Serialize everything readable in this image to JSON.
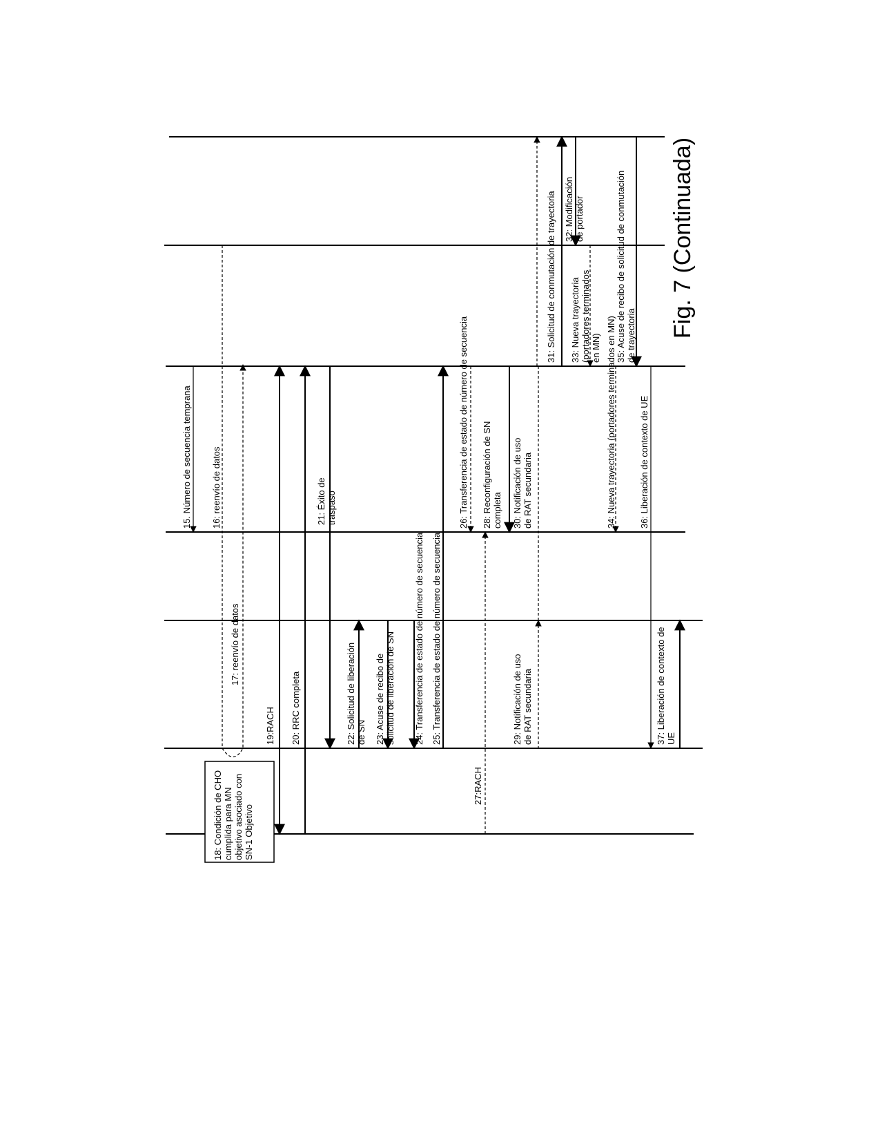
{
  "figure": {
    "title": "Fig. 7 (Continuada)"
  },
  "messages": [
    {
      "id": "m15",
      "text": "15. Número de secuencia temprana"
    },
    {
      "id": "m16",
      "text": "16: reenvío de datos"
    },
    {
      "id": "m17",
      "text": "17: reenvío de datos"
    },
    {
      "id": "m18",
      "text": [
        "18: Condición de CHO",
        "cumplida para MN",
        "objetivo asociado con",
        "SN-1 Objetivo"
      ]
    },
    {
      "id": "m19",
      "text": "19:RACH"
    },
    {
      "id": "m20",
      "text": "20: RRC completa"
    },
    {
      "id": "m21",
      "text": [
        "21: Éxito de",
        "traspaso"
      ]
    },
    {
      "id": "m22",
      "text": [
        "22: Solicitud de liberación",
        "de SN"
      ]
    },
    {
      "id": "m23",
      "text": [
        "23: Acuse de recibo de",
        "solicitud de liberación de SN"
      ]
    },
    {
      "id": "m24",
      "text": "24: Transferencia de estado de número de secuencia"
    },
    {
      "id": "m25",
      "text": "25: Transferencia de estado de número de secuencia"
    },
    {
      "id": "m26",
      "text": "26: Transferencia de estado de número de secuencia"
    },
    {
      "id": "m27",
      "text": "27:RACH"
    },
    {
      "id": "m28",
      "text": [
        "28: Reconfiguración de SN",
        "completa"
      ]
    },
    {
      "id": "m29",
      "text": [
        "29: Notificación de uso",
        "de RAT secundaria"
      ]
    },
    {
      "id": "m30",
      "text": [
        "30: Notificación de uso",
        "de RAT secundaria"
      ]
    },
    {
      "id": "m31",
      "text": "31: Solicitud de conmutación de trayectoria"
    },
    {
      "id": "m32",
      "text": [
        "32: Modificación",
        "de portador"
      ]
    },
    {
      "id": "m33",
      "text": [
        "33: Nueva trayectoria",
        "(portadores terminados",
        "en MN)"
      ]
    },
    {
      "id": "m34",
      "text": "34: Nueva trayectoria (portadores terminados en MN)"
    },
    {
      "id": "m35",
      "text": [
        "35: Acuse de recibo de solicitud de conmutación",
        "de trayectoria"
      ]
    },
    {
      "id": "m36",
      "text": "36: Liberación de contexto de UE"
    },
    {
      "id": "m37",
      "text": [
        "37: Liberación de contexto de",
        "UE"
      ]
    }
  ]
}
